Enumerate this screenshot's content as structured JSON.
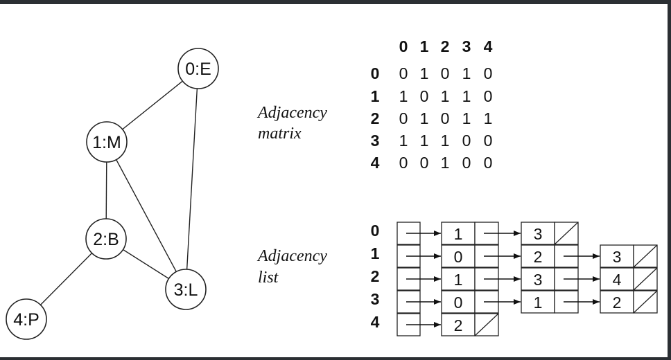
{
  "graph": {
    "nodes": [
      {
        "id": 0,
        "label": "0:E"
      },
      {
        "id": 1,
        "label": "1:M"
      },
      {
        "id": 2,
        "label": "2:B"
      },
      {
        "id": 3,
        "label": "3:L"
      },
      {
        "id": 4,
        "label": "4:P"
      }
    ],
    "edges": [
      [
        0,
        1
      ],
      [
        0,
        3
      ],
      [
        1,
        2
      ],
      [
        1,
        3
      ],
      [
        2,
        3
      ],
      [
        2,
        4
      ]
    ]
  },
  "matrix": {
    "caption_line1": "Adjacency",
    "caption_line2": "matrix",
    "col_headers": [
      "0",
      "1",
      "2",
      "3",
      "4"
    ],
    "row_headers": [
      "0",
      "1",
      "2",
      "3",
      "4"
    ],
    "rows": [
      [
        "0",
        "1",
        "0",
        "1",
        "0"
      ],
      [
        "1",
        "0",
        "1",
        "1",
        "0"
      ],
      [
        "0",
        "1",
        "0",
        "1",
        "1"
      ],
      [
        "1",
        "1",
        "1",
        "0",
        "0"
      ],
      [
        "0",
        "0",
        "1",
        "0",
        "0"
      ]
    ]
  },
  "adjacency_list": {
    "caption_line1": "Adjacency",
    "caption_line2": "list",
    "row_labels": [
      "0",
      "1",
      "2",
      "3",
      "4"
    ],
    "lists": [
      [
        "1",
        "3"
      ],
      [
        "0",
        "2",
        "3"
      ],
      [
        "1",
        "3",
        "4"
      ],
      [
        "0",
        "1",
        "2"
      ],
      [
        "2"
      ]
    ]
  }
}
